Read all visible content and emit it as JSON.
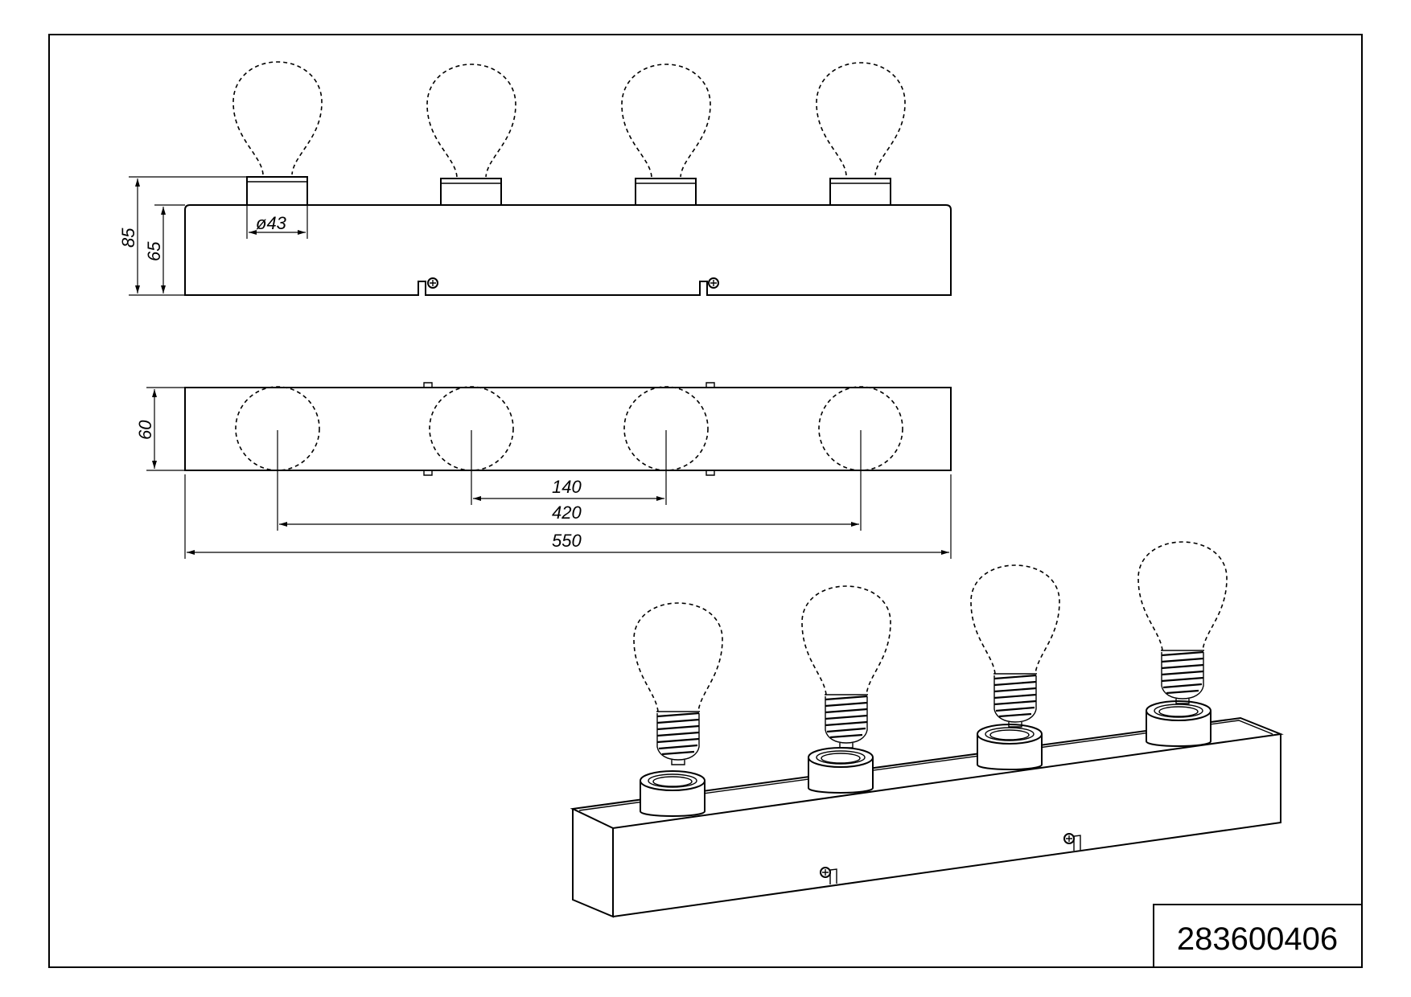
{
  "drawing": {
    "product_code": "283600406",
    "dimensions": {
      "total_height": "85",
      "body_height": "65",
      "socket_diameter": "ø43",
      "depth": "60",
      "bulb_spacing": "140",
      "outer_bulb_distance": "420",
      "total_length": "550"
    },
    "bulb_count": 4
  }
}
